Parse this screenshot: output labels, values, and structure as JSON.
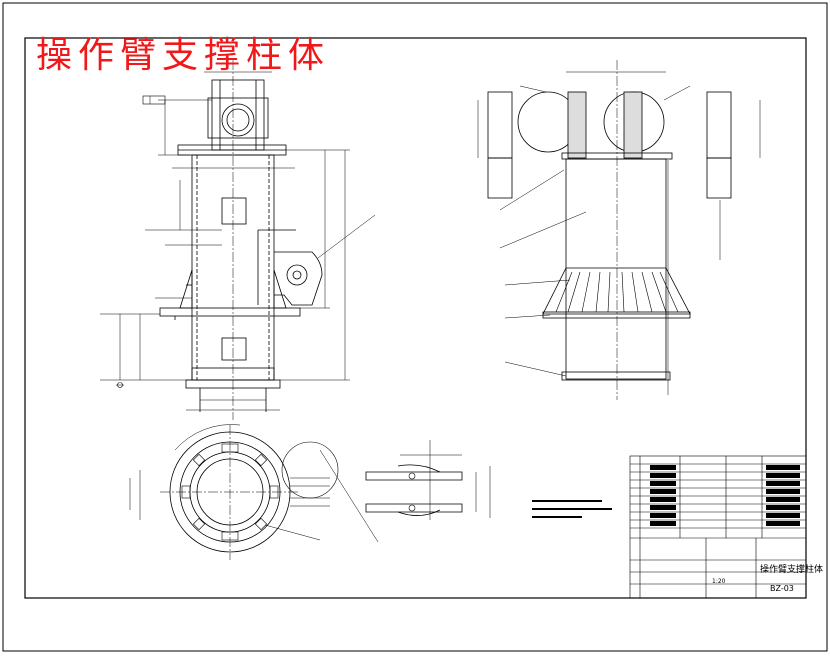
{
  "drawing_title": "操作臂支撑柱体",
  "title_block": {
    "part_name": "操作臂支撑柱体",
    "drawing_number": "BZ-03",
    "scale": "1:20"
  }
}
